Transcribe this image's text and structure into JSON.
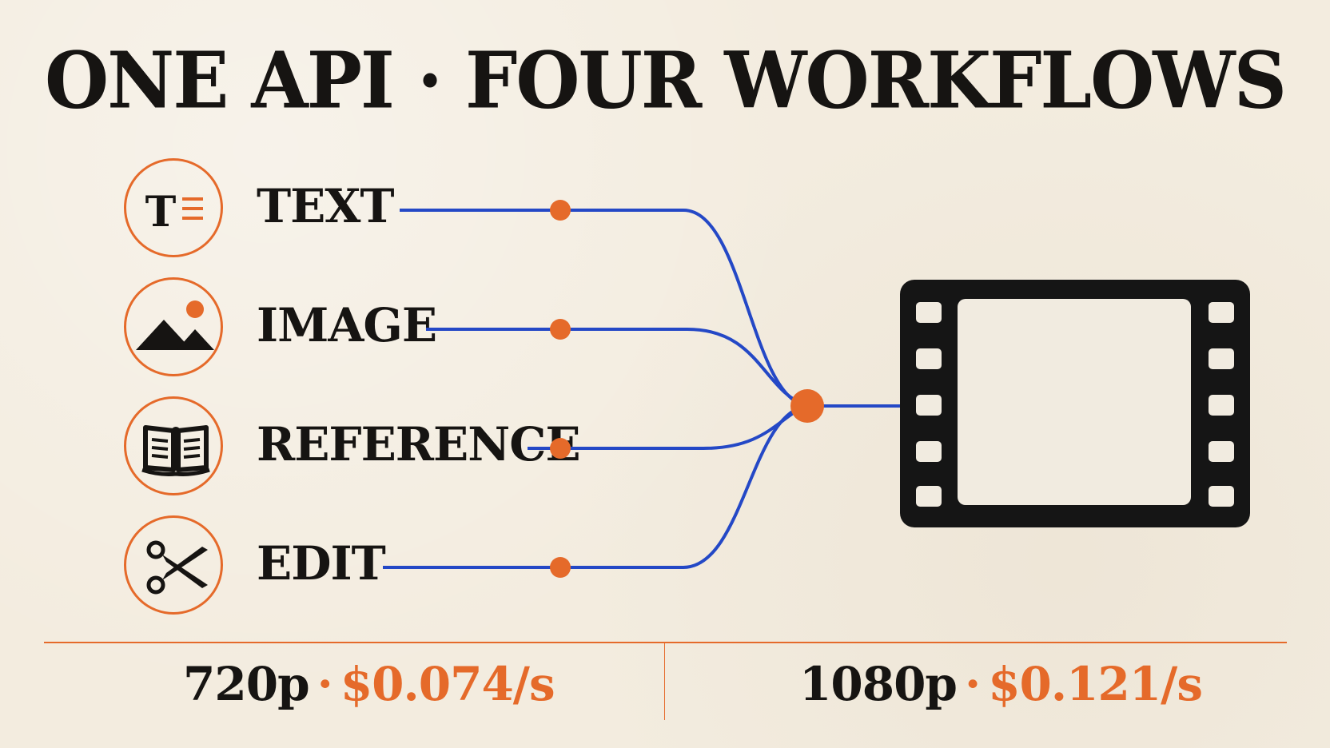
{
  "title": "ONE API · FOUR WORKFLOWS",
  "workflows": [
    {
      "label": "TEXT",
      "icon": "text-icon"
    },
    {
      "label": "IMAGE",
      "icon": "image-icon"
    },
    {
      "label": "REFERENCE",
      "icon": "book-icon"
    },
    {
      "label": "EDIT",
      "icon": "scissors-icon"
    }
  ],
  "output_icon": "film-icon",
  "pricing": [
    {
      "resolution": "720p",
      "separator": "·",
      "rate": "$0.074/s"
    },
    {
      "resolution": "1080p",
      "separator": "·",
      "rate": "$0.121/s"
    }
  ],
  "colors": {
    "background": "#f3ecdf",
    "accent": "#e56a2a",
    "line": "#2448c6",
    "text": "#161412"
  }
}
